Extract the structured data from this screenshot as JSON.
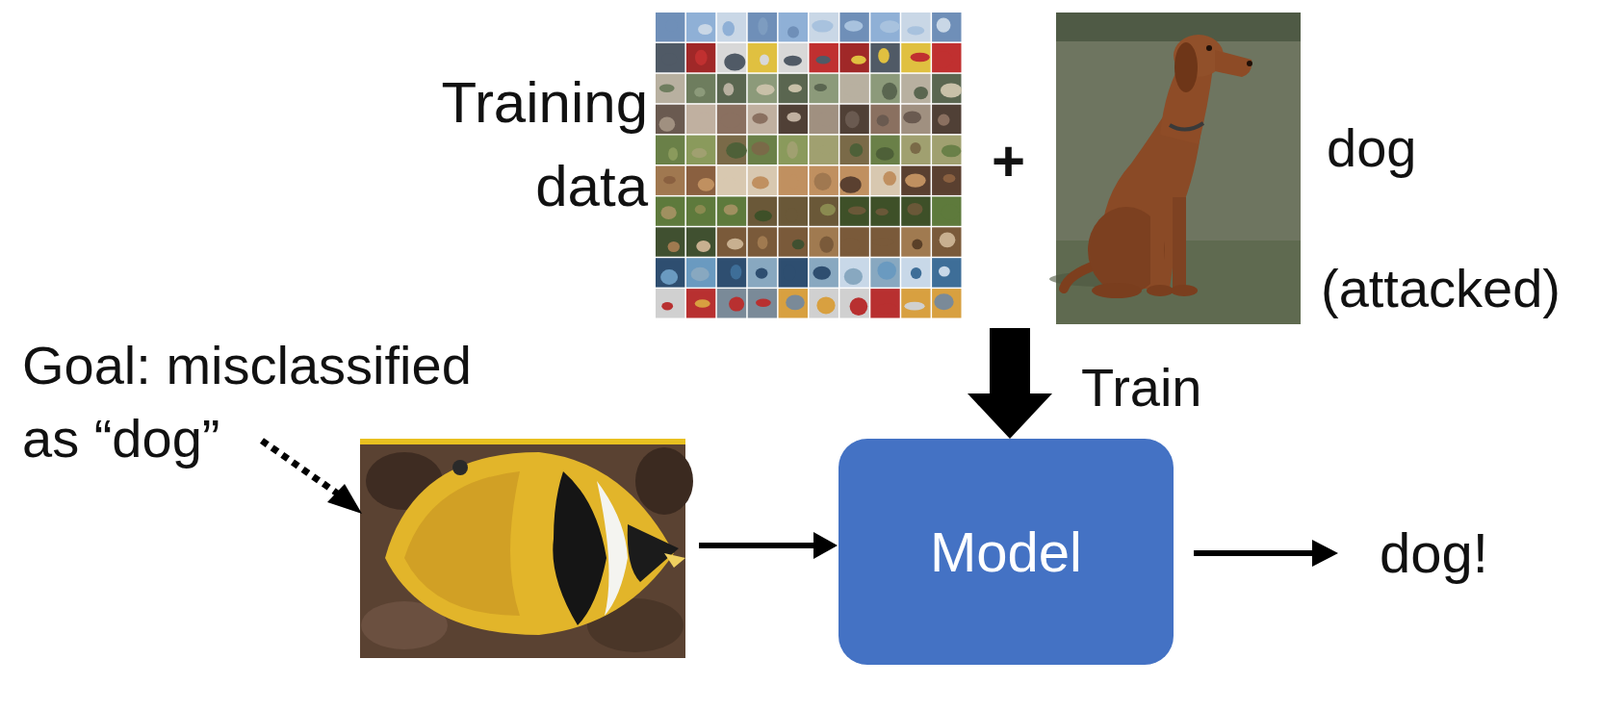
{
  "diagram": {
    "nodes": [
      {
        "text": [
          "Model"
        ]
      }
    ],
    "labels": [
      "Training data",
      "+",
      "dog",
      "(attacked)",
      "Train",
      "Goal: misclassified as “dog”",
      "dog!"
    ]
  }
}
